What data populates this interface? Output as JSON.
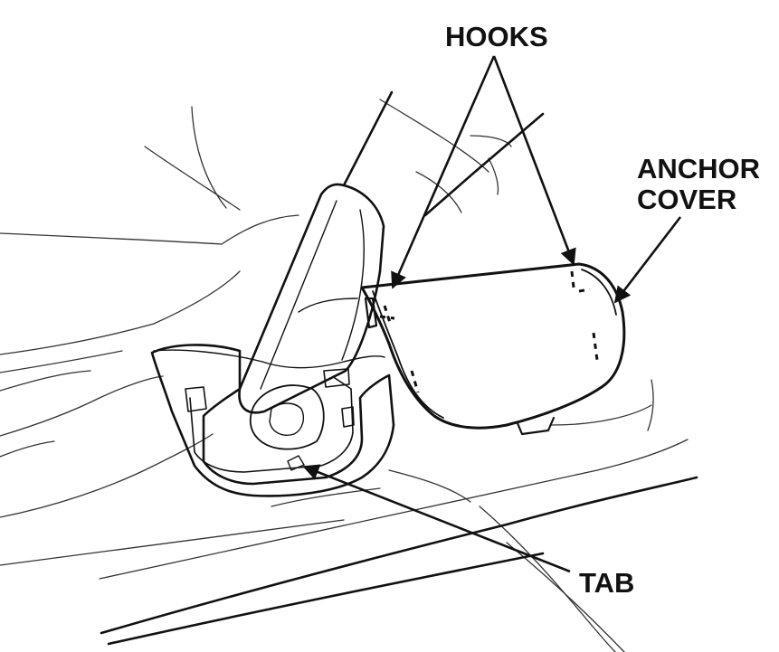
{
  "labels": {
    "hooks": "HOOKS",
    "anchor_line1": "ANCHOR",
    "anchor_line2": "COVER",
    "tab": "TAB"
  },
  "colors": {
    "ink": "#111111",
    "thin_line": "#333333",
    "background": "#ffffff"
  }
}
